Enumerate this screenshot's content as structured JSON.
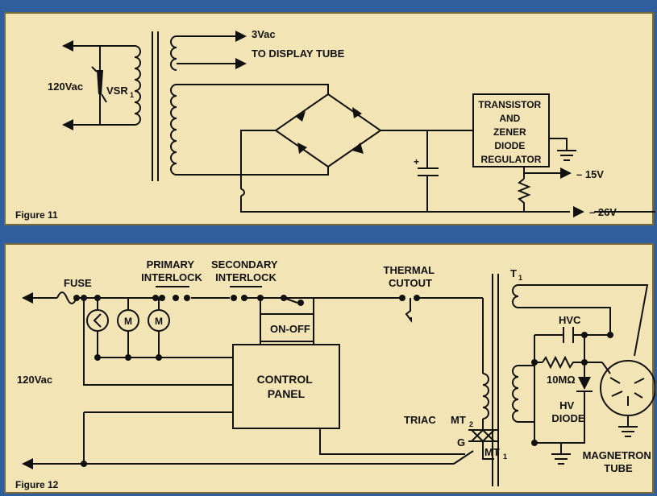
{
  "figure11": {
    "caption": "Figure 11",
    "label_input": "120Vac",
    "label_vsr": "VSR",
    "label_vsr_sub": "1",
    "label_3vac": "3Vac",
    "label_display_tube": "TO DISPLAY TUBE",
    "regulator": [
      "TRANSISTOR",
      "AND",
      "ZENER",
      "DIODE",
      "REGULATOR"
    ],
    "label_out1": "– 15V",
    "label_out2": "– 26V",
    "label_plus": "+"
  },
  "figure12": {
    "caption": "Figure 12",
    "label_input": "120Vac",
    "label_fuse": "FUSE",
    "primary_interlock": [
      "PRIMARY",
      "INTERLOCK"
    ],
    "secondary_interlock": [
      "SECONDARY",
      "INTERLOCK"
    ],
    "thermal_cutout": [
      "THERMAL",
      "CUTOUT"
    ],
    "label_t1": "T",
    "label_t1_sub": "1",
    "label_onoff": "ON-OFF",
    "control_panel": [
      "CONTROL",
      "PANEL"
    ],
    "label_motor": "M",
    "label_hvc": "HVC",
    "label_resistor": "10MΩ",
    "hv_diode": [
      "HV",
      "DIODE"
    ],
    "label_triac": "TRIAC",
    "label_mt2": "MT",
    "label_mt2_sub": "2",
    "label_mt1": "MT",
    "label_mt1_sub": "1",
    "label_gate": "G",
    "magnetron": [
      "MAGNETRON",
      "TUBE"
    ]
  }
}
